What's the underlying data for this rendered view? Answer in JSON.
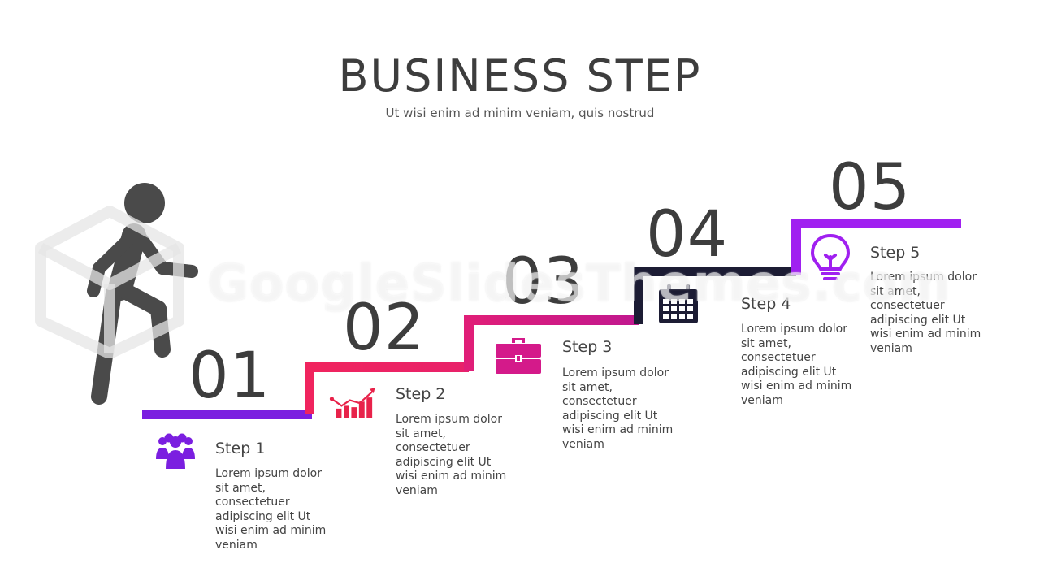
{
  "title": "BUSINESS STEP",
  "subtitle": "Ut wisi enim ad minim veniam, quis nostrud",
  "watermark": "GoogleSlidesThemes.com",
  "colors": {
    "step1": "#7b1fe0",
    "step2": "#f0245e",
    "step3": "#d41a8a",
    "step4": "#1c1c34",
    "step5": "#a020f0",
    "figure": "#4a4a4a"
  },
  "steps": [
    {
      "number": "01",
      "label": "Step 1",
      "icon": "people-icon",
      "desc": "Lorem ipsum dolor sit amet, consectetuer adipiscing elit Ut wisi enim ad minim veniam"
    },
    {
      "number": "02",
      "label": "Step 2",
      "icon": "growth-chart-icon",
      "desc": "Lorem ipsum dolor sit amet, consectetuer adipiscing elit Ut wisi enim ad minim veniam"
    },
    {
      "number": "03",
      "label": "Step 3",
      "icon": "briefcase-icon",
      "desc": "Lorem ipsum dolor sit amet, consectetuer adipiscing elit Ut wisi enim ad minim veniam"
    },
    {
      "number": "04",
      "label": "Step 4",
      "icon": "calendar-icon",
      "desc": "Lorem ipsum dolor sit amet, consectetuer adipiscing elit Ut wisi enim ad minim veniam"
    },
    {
      "number": "05",
      "label": "Step 5",
      "icon": "lightbulb-icon",
      "desc": "Lorem ipsum dolor sit amet, consectetuer adipiscing elit Ut wisi enim ad minim veniam"
    }
  ]
}
